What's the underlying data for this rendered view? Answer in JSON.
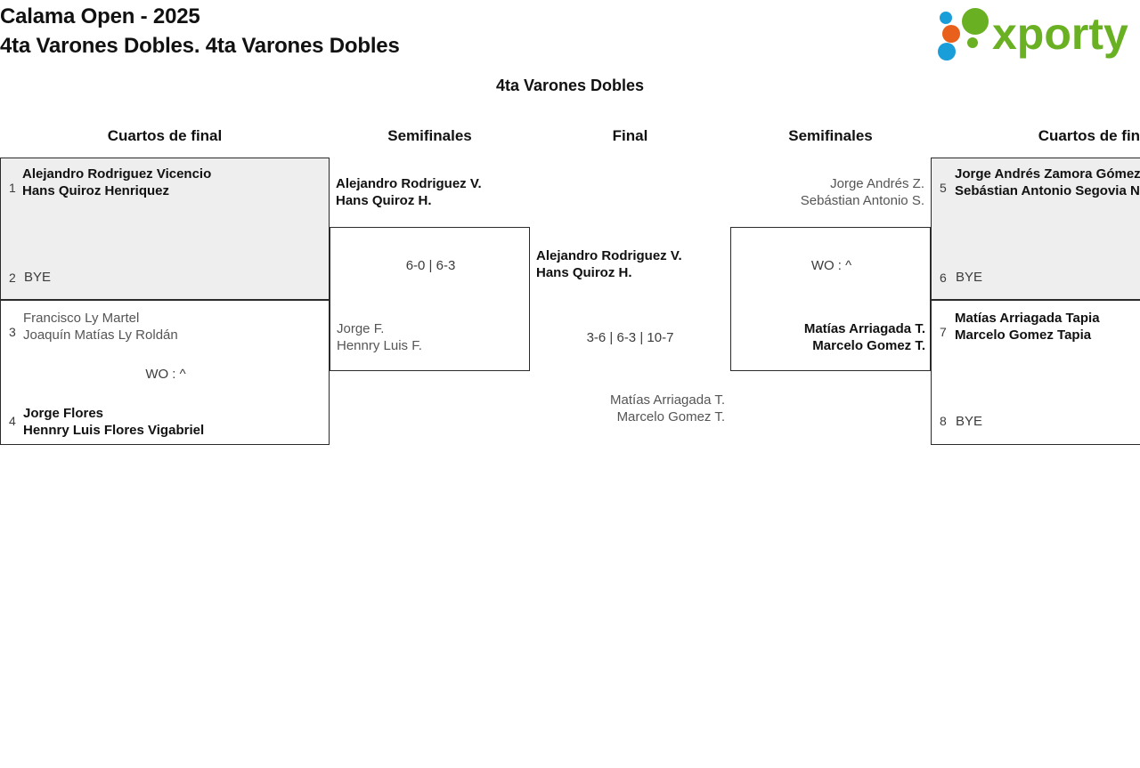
{
  "header": {
    "tournament": "Calama Open - 2025",
    "category": "4ta Varones Dobles. 4ta Varones Dobles",
    "logo_text": "xporty",
    "logo_colors": {
      "green": "#6ab023",
      "blue": "#1a9ed9",
      "orange": "#e8601c"
    }
  },
  "bracket": {
    "title": "4ta Varones Dobles",
    "rounds": {
      "qf_left": "Cuartos de final",
      "sf_left": "Semifinales",
      "final": "Final",
      "sf_right": "Semifinales",
      "qf_right": "Cuartos de final"
    }
  },
  "qf_left": {
    "match1": {
      "seed_top": "1",
      "top": {
        "p1": "Alejandro Rodriguez Vicencio",
        "p2": "Hans Quiroz Henriquez"
      },
      "seed_bottom": "2",
      "bottom_label": "BYE",
      "score": ""
    },
    "match2": {
      "seed_top": "3",
      "top": {
        "p1": "Francisco Ly Martel",
        "p2": "Joaquín Matías Ly Roldán"
      },
      "seed_bottom": "4",
      "bottom": {
        "p1": "Jorge Flores",
        "p2": "Hennry Luis Flores Vigabriel"
      },
      "score": "WO : ^"
    }
  },
  "sf_left": {
    "match": {
      "top": {
        "p1": "Alejandro Rodriguez V.",
        "p2": "Hans Quiroz H."
      },
      "bottom": {
        "p1": "Jorge F.",
        "p2": "Hennry Luis F."
      },
      "score": "6-0 | 6-3"
    }
  },
  "final": {
    "top": {
      "p1": "Alejandro Rodriguez V.",
      "p2": "Hans Quiroz H."
    },
    "bottom": {
      "p1": "Matías Arriagada T.",
      "p2": "Marcelo Gomez T."
    },
    "score": "3-6 | 6-3 | 10-7"
  },
  "sf_right": {
    "match": {
      "top": {
        "p1": "Jorge Andrés Z.",
        "p2": "Sebástian Antonio S."
      },
      "bottom": {
        "p1": "Matías Arriagada T.",
        "p2": "Marcelo Gomez T."
      },
      "score": "WO : ^"
    }
  },
  "qf_right": {
    "match1": {
      "seed_top": "5",
      "top": {
        "p1": "Jorge Andrés Zamora Gómez",
        "p2": "Sebástian Antonio Segovia N"
      },
      "seed_bottom": "6",
      "bottom_label": "BYE",
      "score": ""
    },
    "match2": {
      "seed_top": "7",
      "top": {
        "p1": "Matías Arriagada Tapia",
        "p2": "Marcelo Gomez Tapia"
      },
      "seed_bottom": "8",
      "bottom_label": "BYE",
      "score": ""
    }
  }
}
